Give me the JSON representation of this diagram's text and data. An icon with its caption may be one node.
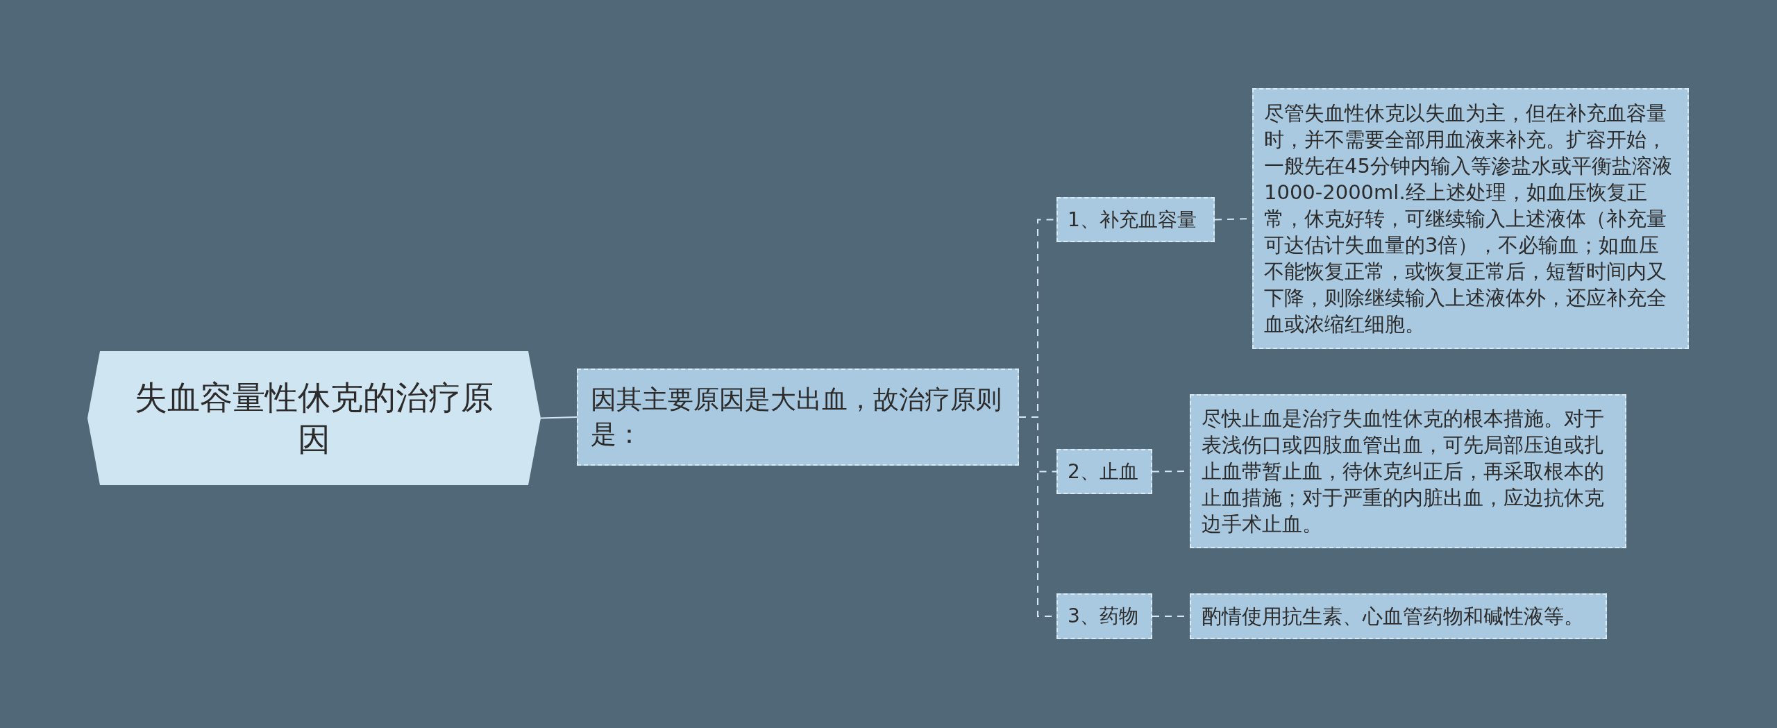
{
  "diagram": {
    "nodes": [
      {
        "text": [
          "失血容量性休克的治疗原因"
        ]
      },
      {
        "text": [
          "因其主要原因是大出血，故治疗原则是："
        ]
      },
      {
        "text": [
          "1、补充血容量"
        ]
      },
      {
        "text": [
          "尽管失血性休克以失血为主，但在补充血容量时，并不需要全部用血液来补充。扩容开始，一般先在45分钟内输入等渗盐水或平衡盐溶液1000-2000ml.经上述处理，如血压恢复正常，休克好转，可继续输入上述液体（补充量可达估计失血量的3倍），不必输血；如血压不能恢复正常，或恢复正常后，短暂时间内又下降，则除继续输入上述液体外，还应补充全血或浓缩红细胞。"
        ]
      },
      {
        "text": [
          "2、止血"
        ]
      },
      {
        "text": [
          "尽快止血是治疗失血性休克的根本措施。对于表浅伤口或四肢血管出血，可先局部压迫或扎止血带暂止血，待休克纠正后，再采取根本的止血措施；对于严重的内脏出血，应边抗休克边手术止血。"
        ]
      },
      {
        "text": [
          "3、药物"
        ]
      },
      {
        "text": [
          "酌情使用抗生素、心血管药物和碱性液等。"
        ]
      }
    ],
    "edges": [
      {
        "from": 0,
        "to": 1,
        "arrow": "none"
      },
      {
        "from": 1,
        "to": 2,
        "arrow": "none",
        "style": "dashed"
      },
      {
        "from": 1,
        "to": 4,
        "arrow": "none",
        "style": "dashed"
      },
      {
        "from": 1,
        "to": 6,
        "arrow": "none",
        "style": "dashed"
      },
      {
        "from": 2,
        "to": 3,
        "arrow": "none",
        "style": "dashed"
      },
      {
        "from": 4,
        "to": 5,
        "arrow": "none",
        "style": "dashed"
      },
      {
        "from": 6,
        "to": 7,
        "arrow": "none",
        "style": "dashed"
      }
    ]
  }
}
